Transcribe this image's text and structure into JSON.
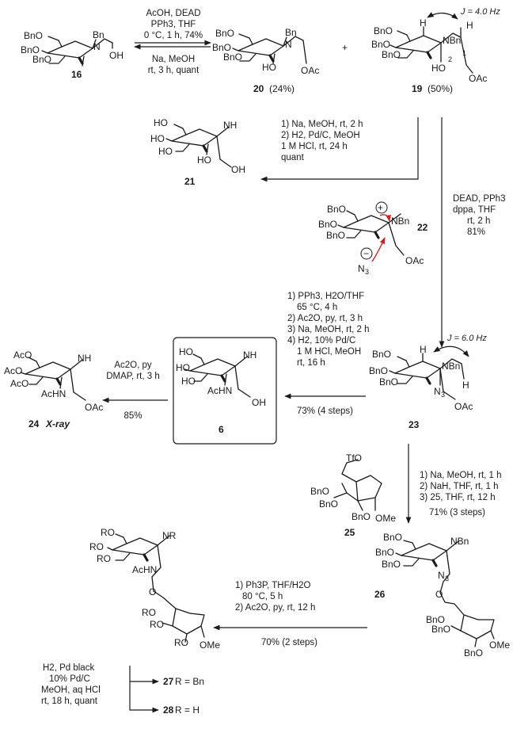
{
  "compounds": {
    "c16": {
      "label": "16",
      "groups": [
        "BnO",
        "BnO",
        "BnO",
        "Bn",
        "N",
        "OH"
      ]
    },
    "c20": {
      "label": "20",
      "yield": "(24%)",
      "groups": [
        "BnO",
        "BnO",
        "BnO",
        "Bn",
        "N",
        "HO",
        "OAc"
      ]
    },
    "c19": {
      "label": "19",
      "yield": "(50%)",
      "groups": [
        "BnO",
        "BnO",
        "BnO",
        "H",
        "NBn",
        "H",
        "HO",
        "OAc",
        "2",
        "1"
      ],
      "coupling": "J = 4.0 Hz"
    },
    "c21": {
      "label": "21",
      "groups": [
        "HO",
        "HO",
        "HO",
        "NH",
        "HO",
        "OH"
      ]
    },
    "c22": {
      "label": "22",
      "groups": [
        "BnO",
        "BnO",
        "BnO",
        "NBn",
        "OAc",
        "+",
        "−",
        "N",
        "3"
      ]
    },
    "c23": {
      "label": "23",
      "groups": [
        "BnO",
        "BnO",
        "BnO",
        "H",
        "NBn",
        "H",
        "N",
        "3",
        "OAc"
      ],
      "coupling": "J = 6.0 Hz"
    },
    "c6": {
      "label": "6",
      "groups": [
        "HO",
        "HO",
        "HO",
        "NH",
        "AcHN",
        "OH"
      ]
    },
    "c24": {
      "label": "24",
      "note": "X-ray",
      "groups": [
        "AcO",
        "AcO",
        "AcO",
        "NH",
        "AcHN",
        "OAc"
      ]
    },
    "c25": {
      "label": "25",
      "groups": [
        "TfO",
        "BnO",
        "BnO",
        "BnO",
        "OMe"
      ]
    },
    "c26": {
      "label": "26",
      "groups": [
        "BnO",
        "BnO",
        "BnO",
        "NBn",
        "N",
        "3",
        "O",
        "BnO",
        "BnO",
        "BnO",
        "OMe"
      ]
    },
    "c27": {
      "groups": [
        "RO",
        "RO",
        "RO",
        "NR",
        "AcHN",
        "O",
        "RO",
        "RO",
        "RO",
        "OMe"
      ]
    },
    "r27": {
      "label": "27",
      "text": " R = Bn"
    },
    "r28": {
      "label": "28",
      "text": " R = H"
    },
    "plus": "+"
  },
  "reactions": {
    "rx1": {
      "above": [
        "AcOH, DEAD",
        "PPh3, THF",
        "0 °C, 1 h, 74%"
      ],
      "below": [
        "Na, MeOH",
        "rt, 3 h, quant"
      ]
    },
    "rx2": {
      "lines": [
        "1) Na, MeOH, rt, 2 h",
        "2) H2, Pd/C, MeOH",
        "1 M HCl, rt, 24 h",
        "quant"
      ]
    },
    "rx3": {
      "lines": [
        "DEAD, PPh3",
        "dppa, THF",
        "rt, 2 h",
        "81%"
      ]
    },
    "rx4": {
      "lines": [
        "1) PPh3, H2O/THF",
        "65 °C, 4 h",
        "2) Ac2O, py, rt, 3 h",
        "3) Na, MeOH, rt, 2 h",
        "4) H2, 10% Pd/C",
        "1 M HCl, MeOH",
        "rt, 16 h"
      ],
      "yield": "73% (4 steps)"
    },
    "rx5": {
      "lines": [
        "Ac2O, py",
        "DMAP, rt, 3 h"
      ],
      "yield": "85%"
    },
    "rx6": {
      "lines": [
        "1) Na, MeOH, rt, 1 h",
        "2) NaH, THF, rt, 1 h",
        "3) 25, THF, rt, 12 h"
      ],
      "yield": "71% (3 steps)"
    },
    "rx7": {
      "lines": [
        "1) Ph3P, THF/H2O",
        "80 °C, 5 h",
        "2) Ac2O, py, rt, 12 h"
      ],
      "yield": "70% (2 steps)"
    },
    "rx8": {
      "lines": [
        "H2, Pd black",
        "10% Pd/C",
        "MeOH, aq HCl",
        "rt, 18 h, quant"
      ]
    }
  }
}
